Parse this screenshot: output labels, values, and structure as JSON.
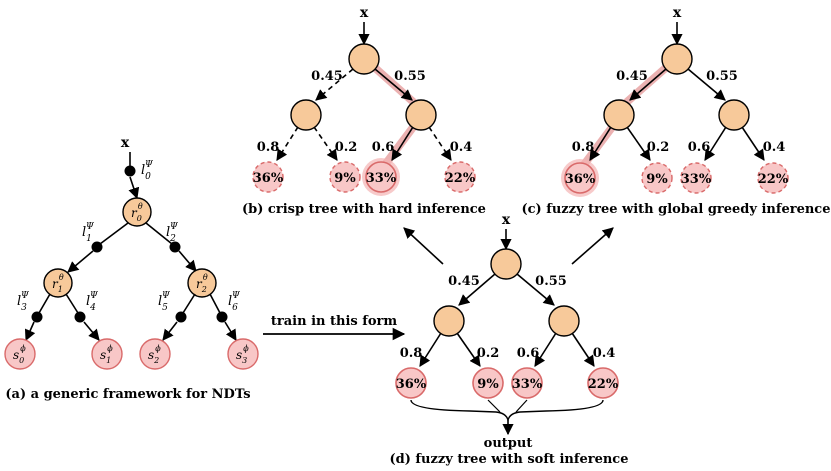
{
  "colors": {
    "internal_fill": "#f7c99a",
    "leaf_fill": "#f8c7c7",
    "leaf_stroke": "#d96a6a",
    "highlight": "#e8a4a4",
    "edge": "#000000"
  },
  "panel_a": {
    "input": "x",
    "root_node": "r",
    "left_node": "r",
    "right_node": "r",
    "node_super": "θ",
    "root_sub": "0",
    "left_sub": "1",
    "right_sub": "2",
    "edge_label_base": "l",
    "edge_label_super": "Ψ",
    "edge_subs": [
      "0",
      "1",
      "2",
      "3",
      "4",
      "5",
      "6"
    ],
    "leaf_base": "s",
    "leaf_super": "ϕ",
    "leaf_subs": [
      "0",
      "1",
      "2",
      "3"
    ],
    "caption": "(a) a generic framework for NDTs"
  },
  "panel_b": {
    "input": "x",
    "root_left_prob": "0.45",
    "root_right_prob": "0.55",
    "leaf_probs": [
      "0.8",
      "0.2",
      "0.6",
      "0.4"
    ],
    "leaves": [
      "36%",
      "9%",
      "33%",
      "22%"
    ],
    "caption": "(b) crisp tree with hard inference"
  },
  "panel_c": {
    "input": "x",
    "root_left_prob": "0.45",
    "root_right_prob": "0.55",
    "leaf_probs": [
      "0.8",
      "0.2",
      "0.6",
      "0.4"
    ],
    "leaves": [
      "36%",
      "9%",
      "33%",
      "22%"
    ],
    "caption": "(c) fuzzy tree with global greedy inference"
  },
  "panel_d": {
    "input": "x",
    "root_left_prob": "0.45",
    "root_right_prob": "0.55",
    "leaf_probs": [
      "0.8",
      "0.2",
      "0.6",
      "0.4"
    ],
    "leaves": [
      "36%",
      "9%",
      "33%",
      "22%"
    ],
    "output_label": "output",
    "caption": "(d) fuzzy tree with soft inference"
  },
  "train_label": "train in this form"
}
